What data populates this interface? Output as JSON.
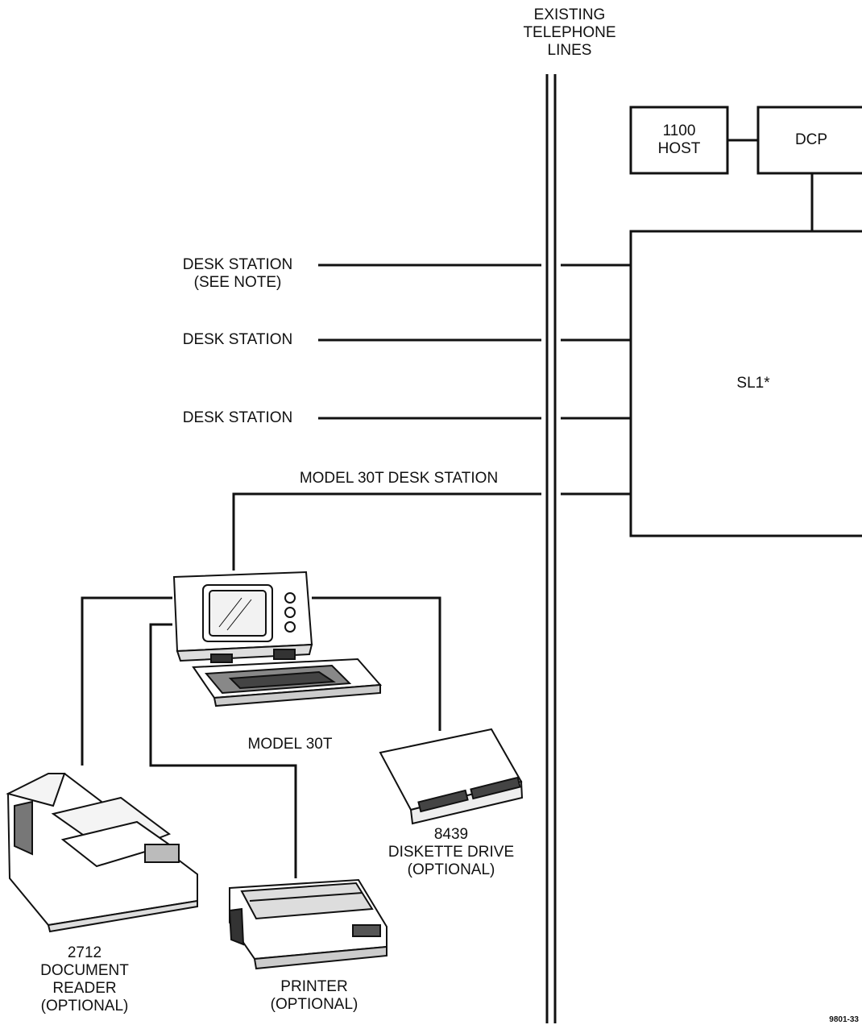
{
  "telephone_lines": {
    "label_lines": [
      "EXISTING",
      "TELEPHONE",
      "LINES"
    ]
  },
  "host": {
    "label_lines": [
      "1100",
      "HOST"
    ]
  },
  "dcp": {
    "label": "DCP"
  },
  "sl1": {
    "label": "SL1*"
  },
  "stations": [
    {
      "label_lines": [
        "DESK STATION",
        "(SEE NOTE)"
      ]
    },
    {
      "label_lines": [
        "DESK STATION"
      ]
    },
    {
      "label_lines": [
        "DESK STATION"
      ]
    },
    {
      "label_lines": [
        "MODEL 30T DESK STATION"
      ]
    }
  ],
  "devices": {
    "model_30t": {
      "label": "MODEL 30T"
    },
    "diskette_drive": {
      "label_lines": [
        "8439",
        "DISKETTE DRIVE",
        "(OPTIONAL)"
      ]
    },
    "document_reader": {
      "label_lines": [
        "2712",
        "DOCUMENT",
        "READER",
        "(OPTIONAL)"
      ]
    },
    "printer": {
      "label_lines": [
        "PRINTER",
        "(OPTIONAL)"
      ]
    }
  },
  "figure_id": "9801-33"
}
